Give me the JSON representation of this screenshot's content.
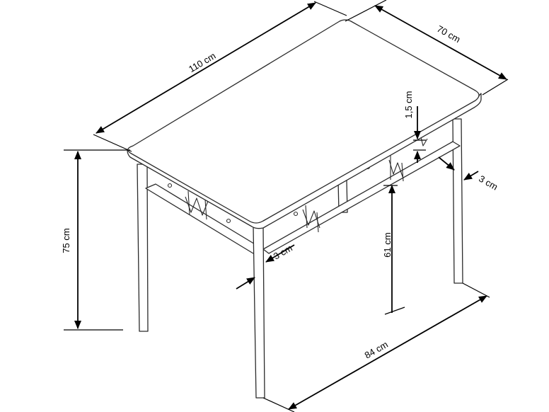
{
  "dimensions": {
    "length": "110 cm",
    "width": "70 cm",
    "height": "75 cm",
    "top_thickness": "1,5 cm",
    "leg_thickness_right": "3 cm",
    "leg_thickness_front": "3 cm",
    "shelf_height": "61 cm",
    "leg_span": "84 cm"
  }
}
